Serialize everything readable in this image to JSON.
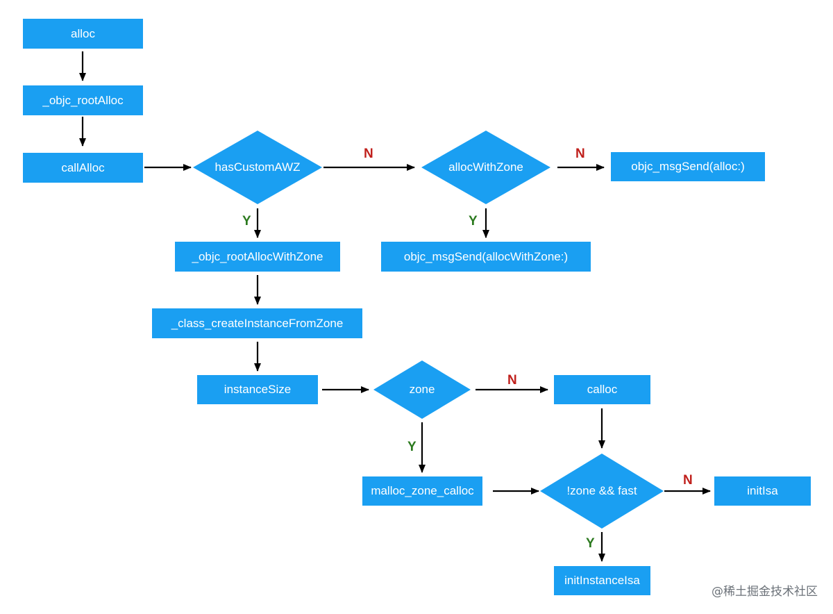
{
  "nodes": {
    "alloc": "alloc",
    "objc_rootAlloc": "_objc_rootAlloc",
    "callAlloc": "callAlloc",
    "hasCustomAWZ": "hasCustomAWZ",
    "allocWithZone": "allocWithZone",
    "msgSend_alloc": "objc_msgSend(alloc:)",
    "objc_rootAllocWithZone": "_objc_rootAllocWithZone",
    "msgSend_allocWithZone": "objc_msgSend(allocWithZone:)",
    "class_createInstanceFromZone": "_class_createInstanceFromZone",
    "instanceSize": "instanceSize",
    "zone": "zone",
    "calloc": "calloc",
    "malloc_zone_calloc": "malloc_zone_calloc",
    "zone_fast": "!zone && fast",
    "initIsa": "initIsa",
    "initInstanceIsa": "initInstanceIsa"
  },
  "labels": {
    "n": "N",
    "y": "Y"
  },
  "watermark": "@稀土掘金技术社区",
  "colors": {
    "node_fill": "#1a9ff2",
    "arrow": "#000000",
    "no_label": "#c0201c",
    "yes_label": "#2c7a1f"
  }
}
